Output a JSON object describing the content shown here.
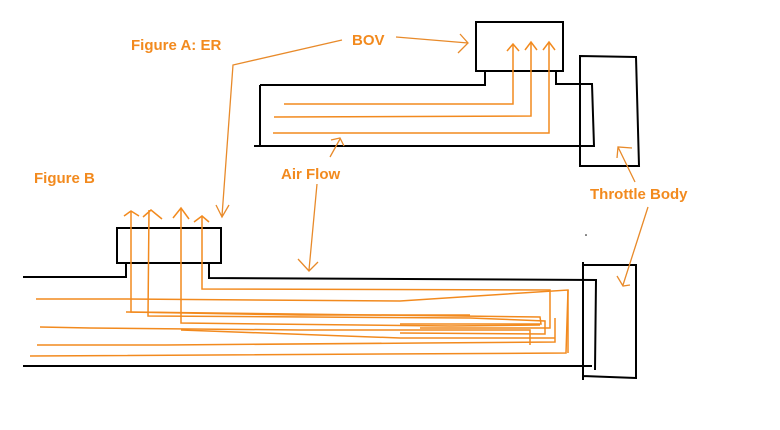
{
  "diagram": {
    "type": "intake airflow sketch",
    "colors": {
      "pipe": "#000000",
      "airflow": "#f28a1e",
      "label": "#f28a1e",
      "background": "#ffffff"
    },
    "labels": {
      "figure_a": "Figure A: ER",
      "figure_b": "Figure B",
      "bov": "BOV",
      "air_flow": "Air Flow",
      "throttle_body": "Throttle Body"
    },
    "figures": [
      {
        "id": "A",
        "title": "Figure A: ER",
        "components": [
          "intake pipe",
          "BOV",
          "throttle body"
        ],
        "airflow_streams": 3,
        "vent_arrows": 3
      },
      {
        "id": "B",
        "title": "Figure B",
        "components": [
          "intake pipe",
          "BOV",
          "throttle body"
        ],
        "airflow_streams": 10,
        "vent_arrows": 4
      }
    ],
    "annotations": [
      {
        "label": "BOV",
        "points_to": [
          "Figure A BOV",
          "Figure B BOV"
        ]
      },
      {
        "label": "Air Flow",
        "points_to": [
          "Figure A airflow",
          "Figure B airflow"
        ]
      },
      {
        "label": "Throttle Body",
        "points_to": [
          "Figure A throttle body",
          "Figure B throttle body"
        ]
      }
    ]
  }
}
